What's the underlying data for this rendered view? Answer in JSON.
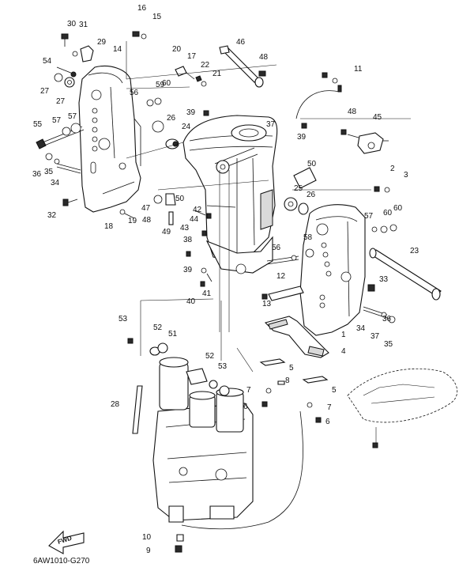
{
  "diagram": {
    "code": "6AW1010-G270",
    "direction_label": "FWD"
  },
  "callouts": [
    "1",
    "2",
    "3",
    "4",
    "5",
    "5",
    "6",
    "6",
    "7",
    "7",
    "8",
    "9",
    "10",
    "11",
    "12",
    "13",
    "14",
    "15",
    "16",
    "17",
    "18",
    "19",
    "20",
    "21",
    "22",
    "23",
    "24",
    "25",
    "26",
    "26",
    "27",
    "27",
    "28",
    "29",
    "30",
    "31",
    "32",
    "33",
    "34",
    "34",
    "35",
    "35",
    "36",
    "36",
    "37",
    "37",
    "38",
    "39",
    "39",
    "39",
    "40",
    "41",
    "42",
    "43",
    "44",
    "45",
    "46",
    "47",
    "48",
    "48",
    "48",
    "49",
    "50",
    "50",
    "51",
    "52",
    "52",
    "53",
    "53",
    "54",
    "55",
    "56",
    "56",
    "57",
    "57",
    "57",
    "58",
    "59",
    "60",
    "60",
    "60",
    "60"
  ]
}
